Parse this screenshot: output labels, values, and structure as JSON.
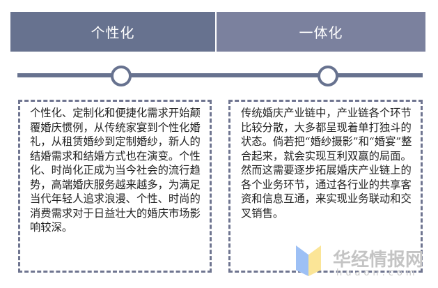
{
  "headers": [
    {
      "label": "个性化",
      "color": "#67728f"
    },
    {
      "label": "一体化",
      "color": "#7b819e"
    }
  ],
  "timeline": {
    "line_color": "#67728f",
    "nodes": 2
  },
  "boxes": [
    {
      "text": "个性化、定制化和便捷化需求开始颠覆婚庆惯例，从传统家宴到个性化婚礼，从租赁婚纱到定制婚纱，新人的结婚需求和结婚方式也在演变。个性化、时尚化正成为当今社会的流行趋势，高端婚庆服务越来越多，为满足当代年轻人追求浪漫、个性、时尚的消费需求对于日益壮大的婚庆市场影响较深。"
    },
    {
      "text": "传统婚庆产业链中，产业链各个环节比较分散，大多都呈现着单打独斗的状态。倘若把“婚纱摄影”和“婚宴”整合起来，就会实现互利双赢的局面。然而这需要逐步拓展婚庆产业链上的各个业务环节，通过各行业的共享客资和信息互通，来实现业务联动和交叉销售。"
    }
  ],
  "watermark": {
    "cn": "华经情报网",
    "en": "huaon.com"
  }
}
